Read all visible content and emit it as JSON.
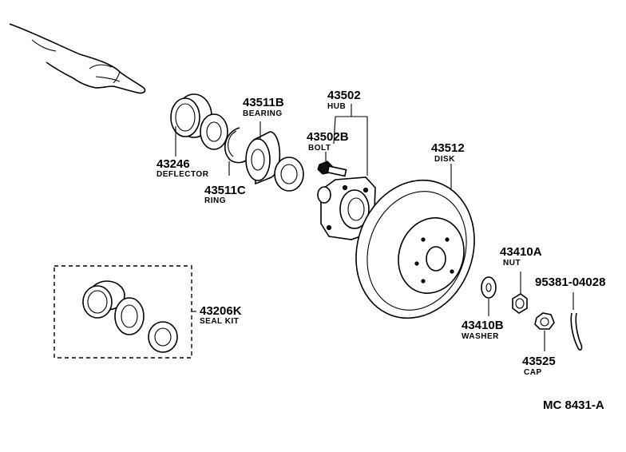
{
  "parts": {
    "deflector": {
      "number": "43246",
      "name": "DEFLECTOR"
    },
    "bearing": {
      "number": "43511B",
      "name": "BEARING"
    },
    "ring": {
      "number": "43511C",
      "name": "RING"
    },
    "hub": {
      "number": "43502",
      "name": "HUB"
    },
    "bolt": {
      "number": "43502B",
      "name": "BOLT"
    },
    "disk": {
      "number": "43512",
      "name": "DISK"
    },
    "nut": {
      "number": "43410A",
      "name": "NUT"
    },
    "pin": {
      "number": "95381-04028",
      "name": ""
    },
    "washer": {
      "number": "43410B",
      "name": "WASHER"
    },
    "cap": {
      "number": "43525",
      "name": "CAP"
    },
    "seal_kit": {
      "number": "43206K",
      "name": "SEAL KIT"
    }
  },
  "reference_code": "MC 8431-A",
  "icons": [
    "pointing-hand-icon"
  ]
}
